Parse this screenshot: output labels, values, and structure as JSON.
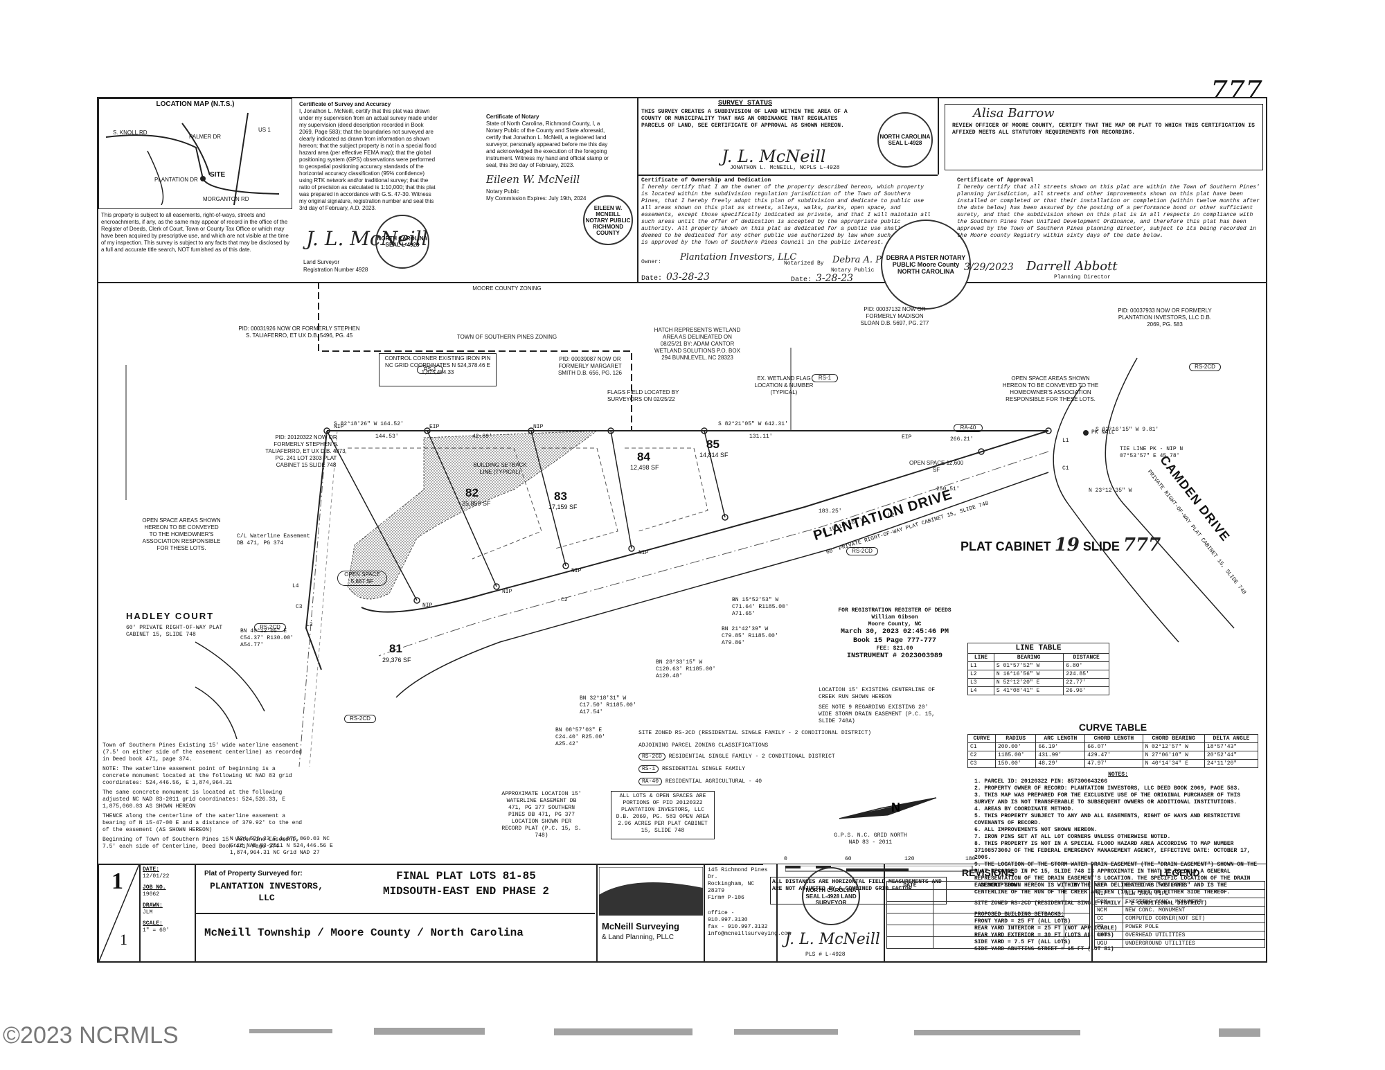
{
  "page_number_handwritten": "777",
  "watermark": "©2023 NCRMLS",
  "location_map": {
    "title": "LOCATION MAP (N.T.S.)",
    "roads": [
      "S. KNOLL RD",
      "PALMER DR",
      "PLANTATION DR",
      "MORGANTON RD",
      "US 1"
    ],
    "site_label": "SITE",
    "easement_note": "This property is subject to all easements, right-of-ways, streets and encroachments, if any, as the same may appear of record in the office of the Register of Deeds, Clerk of Court, Town or County Tax Office or which may have been acquired by prescriptive use, and which are not visible at the time of my inspection. This survey is subject to any facts that may be disclosed by a full and accurate title search, NOT furnished as of this date."
  },
  "certificates": {
    "survey": {
      "heading": "Certificate of Survey and Accuracy",
      "body": "I, Jonathon L. McNeill, certify that this plat was drawn under my supervision from an actual survey made under my supervision (deed description recorded in Book 2069, Page 583); that the boundaries not surveyed are clearly indicated as drawn from information as shown hereon; that the subject property is not in a special flood hazard area (per effective FEMA map); that the global positioning system (GPS) observations were performed to geospatial positioning accuracy standards of the horizontal accuracy classification (95% confidence) using RTK network and/or traditional survey; that the ratio of precision as calculated is 1:10,000; that this plat was prepared in accordance with G.S. 47-30. Witness my original signature, registration number and seal this 3rd day of February, A.D. 2023.",
      "signer_caption": "Land Surveyor",
      "registration": "Registration Number 4928"
    },
    "notary": {
      "heading": "Certificate of Notary",
      "body": "State of North Carolina, Richmond County, I, a Notary Public of the County and State aforesaid, certify that Jonathon L. McNeill, a registered land surveyor, personally appeared before me this day and acknowledged the execution of the foregoing instrument. Witness my hand and official stamp or seal, this 3rd day of February, 2023.",
      "caption": "Notary Public",
      "expiry": "My Commission Expires: July 19th, 2024",
      "seal": "EILEEN W. MCNEILL NOTARY PUBLIC RICHMOND COUNTY"
    },
    "survey_status": {
      "heading": "SURVEY STATUS",
      "body": "THIS SURVEY CREATES A SUBDIVISION OF LAND WITHIN THE AREA OF A COUNTY OR MUNICIPALITY THAT HAS AN ORDINANCE THAT REGULATES PARCELS OF LAND, SEE CERTIFICATE OF APPROVAL AS SHOWN HEREON.",
      "signer": "JONATHON L. McNEILL, NCPLS L-4928",
      "seal": "NORTH CAROLINA SEAL L-4928"
    },
    "review": {
      "body": "REVIEW OFFICER OF MOORE COUNTY, CERTIFY THAT THE MAP OR PLAT TO WHICH THIS CERTIFICATION IS AFFIXED MEETS ALL STATUTORY REQUIREMENTS FOR RECORDING."
    },
    "ownership": {
      "heading": "Certificate of Ownership and Dedication",
      "body": "I hereby certify that I am the owner of the property described hereon, which property is located within the subdivision regulation jurisdiction of the Town of Southern Pines, that I hereby freely adopt this plan of subdivision and dedicate to public use all areas shown on this plat as streets, alleys, walks, parks, open space, and easements, except those specifically indicated as private, and that I will maintain all such areas until the offer of dedication is accepted by the appropriate public authority. All property shown on this plat as dedicated for a public use shall be deemed to be dedicated for any other public use authorized by law when such other use is approved by the Town of Southern Pines Council in the public interest.",
      "date_label": "Date:",
      "date": "03-28-23",
      "owner_label": "Owner:",
      "notarized_label": "Notarized By",
      "notary_caption": "Notary Public",
      "date2": "3-28-23",
      "seal": "DEBRA A PISTER NOTARY PUBLIC Moore County NORTH CAROLINA"
    },
    "approval": {
      "heading": "Certificate of Approval",
      "body": "I hereby certify that all streets shown on this plat are within the Town of Southern Pines' planning jurisdiction, all streets and other improvements shown on this plat have been installed or completed or that their installation or completion (within twelve months after the date below) has been assured by the posting of a performance bond or other sufficient surety, and that the subdivision shown on this plat is in all respects in compliance with the Southern Pines Town Unified Development Ordinance, and therefore this plat has been approved by the Town of Southern Pines planning director, subject to its being recorded in the Moore county Registry within sixty days of the date below.",
      "date": "3/29/2023",
      "caption": "Planning Director"
    }
  },
  "map": {
    "zoning_labels": [
      "MOORE COUNTY ZONING",
      "TOWN OF SOUTHERN PINES ZONING"
    ],
    "zoning_badges": [
      "RS-1",
      "RS-1",
      "RA-40",
      "RS-2CD",
      "RS-2CD",
      "RS-2CD",
      "RS-2CD"
    ],
    "control_corner": "CONTROL CORNER EXISTING IRON PIN NC GRID COORDINATES N 524,378.46 E 1,875,484.33",
    "adjoiners": [
      {
        "text": "PID: 00031926 NOW OR FORMERLY STEPHEN S. TALIAFERRO, ET UX D.B. 5496, PG. 45"
      },
      {
        "text": "PID: 00039087 NOW OR FORMERLY MARGARET SMITH D.B. 656, PG. 126"
      },
      {
        "text": "PID: 00037132 NOW OR FORMERLY MADISON SLOAN D.B. 5697, PG. 277"
      },
      {
        "text": "PID: 00037933 NOW OR FORMERLY PLANTATION INVESTORS, LLC D.B. 2069, PG. 583"
      },
      {
        "text": "PID: 20120322 NOW OR FORMERLY STEPHEN S. TALIAFERRO, ET UX D.B. 4873, PG. 241 LOT 2303 PLAT CABINET 15 SLIDE 748"
      }
    ],
    "wetland_note": "HATCH REPRESENTS WETLAND AREA AS DELINEATED ON 08/25/21 BY: ADAM CANTOR WETLAND SOLUTIONS P.O. BOX 294 BUNNLEVEL, NC 28323",
    "flags_note": "FLAGS FIELD LOCATED BY SURVEYORS ON 02/25/22",
    "flag_note": "EX. WETLAND FLAG LOCATION & NUMBER (TYPICAL)",
    "setback_note": "BUILDING SETBACK LINE (TYPICAL)",
    "open_space_note": "OPEN SPACE AREAS SHOWN HEREON TO BE CONVEYED TO THE HOMEOWNER'S ASSOCIATION RESPONSIBLE FOR THESE LOTS.",
    "open_space_1": "OPEN SPACE 12,600 SF",
    "open_space_2": "OPEN SPACE 5,887 SF",
    "lots": [
      {
        "num": "81",
        "area": "29,376 SF"
      },
      {
        "num": "82",
        "area": "25,859 SF"
      },
      {
        "num": "83",
        "area": "17,159 SF"
      },
      {
        "num": "84",
        "area": "12,498 SF"
      },
      {
        "num": "85",
        "area": "14,814 SF"
      }
    ],
    "bearings": [
      "S 82°18'26\" W 164.52'",
      "S 82°21'05\" W 642.31'",
      "144.53'",
      "42.89'",
      "131.11'",
      "266.21'",
      "250.51'",
      "183.25'",
      "N 16°16'56\" W",
      "L2",
      "L1",
      "C1",
      "C2",
      "C3",
      "L3",
      "L4",
      "S 02°16'15\" W 9.81'",
      "N 23°12'35\" W"
    ],
    "markers": [
      "NIP",
      "EIP",
      "NIP",
      "EIP",
      "NIP",
      "NIP",
      "NIP",
      "NIP",
      "NIP",
      "EIP",
      "NIP",
      "PK NAIL"
    ],
    "street_main": "PLANTATION DRIVE",
    "street_main_sub": "60' PRIVATE RIGHT-OF-WAY PLAT CABINET 15, SLIDE 748",
    "street_camden": "CAMDEN DRIVE",
    "street_camden_sub": "PRIVATE RIGHT-OF-WAY PLAT CABINET 15, SLIDE 748",
    "street_hadley": "HADLEY COURT",
    "street_hadley_sub": "60' PRIVATE RIGHT-OF-WAY PLAT CABINET 15, SLIDE 748",
    "tie_line": "TIE LINE PK - NIP N 07°53'57\" E 45.78'",
    "curve_calls": [
      "BN 15°52'53\" W C71.64' R1185.00' A71.65'",
      "BN 21°42'39\" W C79.85' R1185.00' A79.86'",
      "BN 28°33'15\" W C120.63' R1185.00' A120.48'",
      "BN 32°18'31\" W C17.50' R1185.00' A17.54'",
      "BN 08°57'03\" E C24.40' R25.00' A25.42'",
      "BN 40°12'05\" E C54.37' R130.00' A54.77'"
    ],
    "plat_cabinet": {
      "label_pre": "PLAT CABINET",
      "cabinet": "19",
      "label_mid": "SLIDE",
      "slide": "777"
    },
    "recording": {
      "line1": "FOR REGISTRATION REGISTER OF DEEDS",
      "line2": "William Gibson",
      "line3": "Moore County, NC",
      "line4": "March 30, 2023 02:45:46 PM",
      "line5": "Book 15 Page 777-777",
      "line6": "FEE: $21.00",
      "line7": "INSTRUMENT # 2023003989"
    },
    "storm_note": "SEE NOTE 9 REGARDING EXISTING 20' WIDE STORM DRAIN EASEMENT (P.C. 15, SLIDE 748A)",
    "creek_note": "LOCATION 15' EXISTING CENTERLINE OF CREEK RUN SHOWN HEREON",
    "waterline_note": "C/L Waterline Easement DB 471, PG 374",
    "waterline_approx": "APPROXIMATE LOCATION 15' WATERLINE EASEMENT DB 471, PG 377 SOUTHERN PINES DB 471, PG 377 LOCATION SHOWN PER RECORD PLAT (P.C. 15, S. 748)",
    "lots_note": "ALL LOTS & OPEN SPACES ARE PORTIONS OF PID 20120322 PLANTATION INVESTORS, LLC D.B. 2069, PG. 583 OPEN AREA 2.96 ACRES PER PLAT CABINET 15, SLIDE 748",
    "southern_pines_easement": "Town of Southern Pines Existing 15' wide waterline easement (7.5' on either side of the easement centerline) as recorded in Deed book 471, page 374.",
    "easement_note_2": "NOTE: The waterline easement point of beginning is a concrete monument located at the following NC NAD 83 grid coordinates: 524,446.56, E 1,874,964.31",
    "easement_note_3": "The same concrete monument is located at the following adjusted NC NAD 83-2011 grid coordinates: 524,526.33, E 1,875,060.03 AS SHOWN HEREON",
    "easement_note_4": "THENCE along the centerline of the waterline easement a bearing of N 15-47-00 E and a distance of 379.92' to the end of the easement (AS SHOWN HEREON)",
    "easement_note_5": "Beginning of Town of Southern Pines 15' Waterline Easement, 7.5' each side of Centerline, Deed Book 471, Page 374",
    "coords": "N 524,526.33 E 1,875,060.03 NC Grid NAD 83-2011 N 524,446.56 E 1,874,964.31 NC Grid NAD 27",
    "gps_note": "G.P.S. N.C. GRID NORTH NAD 83 - 2011"
  },
  "line_table": {
    "title": "LINE TABLE",
    "headers": [
      "LINE",
      "BEARING",
      "DISTANCE"
    ],
    "rows": [
      [
        "L1",
        "S 01°57'52\" W",
        "6.80'"
      ],
      [
        "L2",
        "N 16°16'56\" W",
        "224.85'"
      ],
      [
        "L3",
        "N 52°12'20\" E",
        "22.77'"
      ],
      [
        "L4",
        "S 41°08'41\" E",
        "26.96'"
      ]
    ]
  },
  "curve_table": {
    "title": "CURVE TABLE",
    "headers": [
      "CURVE",
      "RADIUS",
      "ARC LENGTH",
      "CHORD LENGTH",
      "CHORD BEARING",
      "DELTA ANGLE"
    ],
    "rows": [
      [
        "C1",
        "200.00'",
        "66.19'",
        "66.07'",
        "N 02°12'57\" W",
        "18°57'43\""
      ],
      [
        "C2",
        "1185.00'",
        "431.99'",
        "429.47'",
        "N 27°06'10\" W",
        "20°52'44\""
      ],
      [
        "C3",
        "150.00'",
        "48.29'",
        "47.97'",
        "N 40°14'34\" E",
        "24°11'20\""
      ]
    ]
  },
  "notes": {
    "title": "NOTES:",
    "items": [
      "1. PARCEL ID: 20120322  PIN: 857300643266",
      "2. PROPERTY OWNER OF RECORD: PLANTATION INVESTORS, LLC DEED BOOK 2069, PAGE 583.",
      "3. THIS MAP WAS PREPARED FOR THE EXCLUSIVE USE OF THE ORIGINAL PURCHASER OF THIS SURVEY AND IS NOT TRANSFERABLE TO SUBSEQUENT OWNERS OR ADDITIONAL INSTITUTIONS.",
      "4. AREAS BY COORDINATE METHOD.",
      "5. THIS PROPERTY SUBJECT TO ANY AND ALL EASEMENTS, RIGHT OF WAYS AND RESTRICTIVE COVENANTS OF RECORD.",
      "6. ALL IMPROVEMENTS NOT SHOWN HEREON.",
      "7. IRON PINS SET AT ALL LOT CORNERS UNLESS OTHERWISE NOTED.",
      "8. THIS PROPERTY IS NOT IN A SPECIAL FLOOD HAZARD AREA ACCORDING TO MAP NUMBER 3710857300J OF THE FEDERAL EMERGENCY MANAGEMENT AGENCY, EFFECTIVE DATE: OCTOBER 17, 2006.",
      "9. THE LOCATION OF THE STORM WATER DRAIN EASEMENT (THE \"DRAIN EASEMENT\") SHOWN ON THE PLAT RECORDED IN PC 15, SLIDE 748 IS APPROXIMATE IN THAT IT IS ONLY A GENERAL REPRESENTATION OF THE DRAIN EASEMENT'S LOCATION. THE SPECIFIC LOCATION OF THE DRAIN EASEMENT SHOWN HEREON IS WITHIN THE AREA DELINEATED AS \"WETLANDS\" AND IS THE CENTERLINE OF THE RUN OF THE CREEK AND TEN (10') FEET ON EITHER SIDE THEREOF."
    ],
    "zoning": "SITE ZONED RS-2CD (RESIDENTIAL SINGLE FAMILY - 2 CONDITIONAL DISTRICT)",
    "setbacks_title": "PROPOSED BUILDING SETBACKS:",
    "setbacks": [
      "FRONT YARD = 25 FT  (ALL LOTS)",
      "REAR YARD INTERIOR = 25 FT  (NOT APPLICABLE)",
      "REAR YARD EXTERIOR = 30 FT  (LOTS ALL LOTS)",
      "SIDE YARD = 7.5 FT  (ALL LOTS)",
      "SIDE YARD ABUTTING STREET = 15 FT  (LOT 81)"
    ]
  },
  "zoning_legend": {
    "title": "SITE ZONED RS-2CD (RESIDENTIAL SINGLE FAMILY - 2 CONDITIONAL DISTRICT)",
    "sub": "ADJOINING PARCEL ZONING CLASSIFICATIONS",
    "items": [
      {
        "badge": "RS-2CD",
        "text": "RESIDENTIAL SINGLE FAMILY - 2 CONDITIONAL DISTRICT"
      },
      {
        "badge": "RS-1",
        "text": "RESIDENTIAL SINGLE FAMILY"
      },
      {
        "badge": "RA-40",
        "text": "RESIDENTIAL AGRICULTURAL - 40"
      }
    ]
  },
  "scale_bar": {
    "ticks": [
      "0",
      "60",
      "120",
      "180"
    ],
    "note": "ALL DISTANCES ARE HORIZONTAL FIELD MEASUREMENTS AND ARE NOT ADJUSTED BY A COMBINED GRID FACTOR."
  },
  "title_block": {
    "sheet_num": "1",
    "sheet_of": "1",
    "date_label": "DATE:",
    "date": "12/01/22",
    "job_label": "JOB NO.",
    "job": "19062",
    "drawn_label": "DRAWN:",
    "drawn": "JLM",
    "scale_label": "SCALE:",
    "scale": "1\" = 60'",
    "plat_label": "Plat of Property Surveyed for:",
    "client": "PLANTATION INVESTORS, LLC",
    "final_plat": "FINAL PLAT LOTS 81-85",
    "phase": "MIDSOUTH-EAST END PHASE 2",
    "location": "McNeill Township / Moore County / North Carolina",
    "company_line1": "McNeill Surveying",
    "company_line2": "& Land Planning, PLLC",
    "address1": "145 Richmond Pines Dr.",
    "address2": "Rockingham, NC 28379",
    "firm": "Firm# P-106",
    "office": "office - 910.997.3130",
    "fax": "fax - 910.997.3132",
    "email": "info@mcneillsurveying.com",
    "pls": "PLS # L-4928",
    "seal": "NORTH CAROLINA SEAL L-4928 LAND SURVEYOR"
  },
  "revisions": {
    "title": "REVISIONS",
    "headers": [
      "DATE",
      "DESCRIPTION",
      "BY"
    ]
  },
  "legend": {
    "title": "LEGEND",
    "items": [
      [
        "EIP",
        "EXISTING IRON PIPE"
      ],
      [
        "NIP",
        "NEW IRON PIPE"
      ],
      [
        "ECM",
        "EXISTING CONC. MONUMENT"
      ],
      [
        "NCM",
        "NEW CONC. MONUMENT"
      ],
      [
        "CC",
        "COMPUTED CORNER(NOT SET)"
      ],
      [
        "PP",
        "POWER POLE"
      ],
      [
        "OHU",
        "OVERHEAD UTILITIES"
      ],
      [
        "UGU",
        "UNDERGROUND UTILITIES"
      ]
    ]
  },
  "colors": {
    "ink": "#111111",
    "hatch": "#333333",
    "paper": "#ffffff"
  }
}
